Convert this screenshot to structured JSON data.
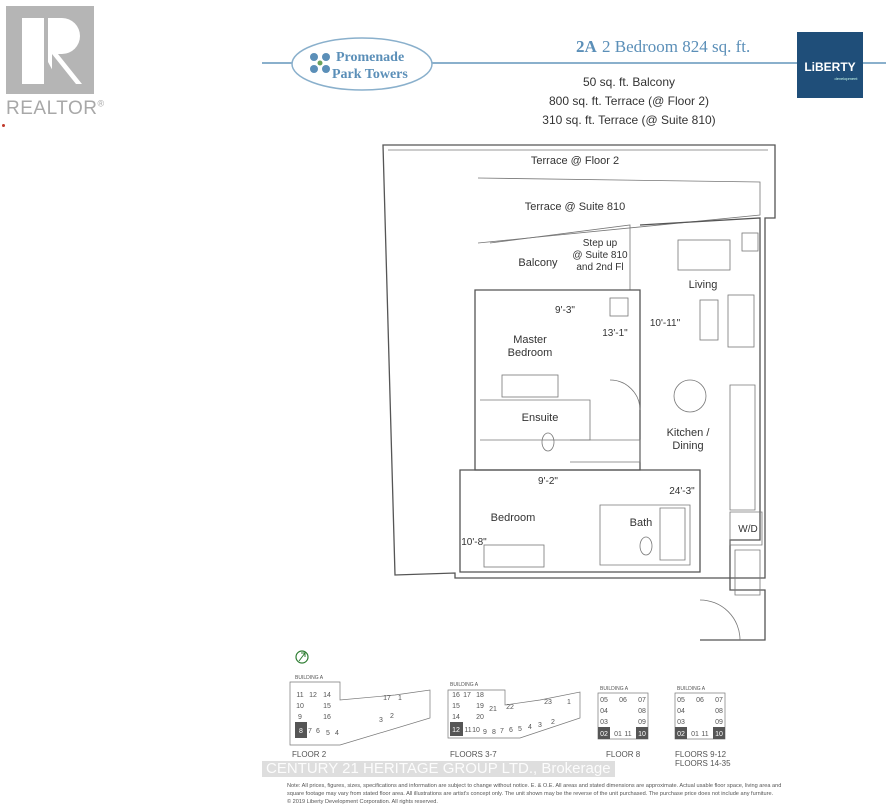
{
  "realtor_logo": {
    "text": "REALTOR",
    "mark": "®"
  },
  "header": {
    "brand_line1": "Promenade",
    "brand_line2": "Park Towers",
    "unit_code": "2A",
    "unit_title": "2 Bedroom 824 sq. ft.",
    "developer": "LiBERTY",
    "developer_sub": "development",
    "areas": [
      "50 sq. ft. Balcony",
      "800 sq. ft. Terrace (@ Floor 2)",
      "310 sq. ft. Terrace (@ Suite 810)"
    ]
  },
  "plan": {
    "terrace_floor2": "Terrace @ Floor 2",
    "terrace_suite810": "Terrace @ Suite 810",
    "balcony": "Balcony",
    "step_up": [
      "Step up",
      "@ Suite 810",
      "and 2nd Fl"
    ],
    "living": "Living",
    "master_bedroom": [
      "Master",
      "Bedroom"
    ],
    "ensuite": "Ensuite",
    "kitchen_dining": [
      "Kitchen /",
      "Dining"
    ],
    "bedroom": "Bedroom",
    "bath": "Bath",
    "wd": "W/D",
    "dims": {
      "master_w": "9'-3\"",
      "master_l": "13'-1\"",
      "living_w": "10'-11\"",
      "bedroom_w": "9'-2\"",
      "living_l": "24'-3\"",
      "bedroom_l": "10'-8\""
    }
  },
  "keyplans": [
    {
      "building": "BUILDING A",
      "label": "FLOOR 2",
      "units": [
        "11",
        "12",
        "14",
        "10",
        "15",
        "9",
        "16",
        "8",
        "7",
        "6",
        "5",
        "4",
        "3",
        "2",
        "17",
        "1"
      ],
      "highlight": "8"
    },
    {
      "building": "BUILDING A",
      "label": "FLOORS 3-7",
      "units": [
        "16",
        "17",
        "18",
        "15",
        "19",
        "14",
        "20",
        "12",
        "11",
        "10",
        "9",
        "8",
        "7",
        "6",
        "5",
        "4",
        "3",
        "2",
        "21",
        "22",
        "23",
        "1"
      ],
      "highlight": "12"
    },
    {
      "building": "BUILDING A",
      "label": "FLOOR 8",
      "units": [
        "05",
        "06",
        "07",
        "04",
        "08",
        "03",
        "09",
        "02",
        "01",
        "11",
        "10"
      ],
      "highlight": [
        "02",
        "10"
      ]
    },
    {
      "building": "BUILDING A",
      "label": "FLOORS 9-12",
      "label2": "FLOORS 14-35",
      "units": [
        "05",
        "06",
        "07",
        "04",
        "08",
        "03",
        "09",
        "02",
        "01",
        "11",
        "10"
      ],
      "highlight": [
        "02",
        "10"
      ]
    }
  ],
  "note": [
    "Note: All prices, figures, sizes, specifications and information are subject to change without notice. E. & O.E. All areas and stated dimensions are approximate. Actual usable floor space, living area and",
    "square footage may vary from stated floor area. All illustrations are artist's concept only. The unit shown may be the reverse of the unit purchased. The purchase price does not include any furniture.",
    "© 2019 Liberty Development Corporation. All rights reserved."
  ],
  "watermark": "CENTURY 21 HERITAGE GROUP LTD., Brokerage",
  "colors": {
    "brand_blue": "#5b8fb8",
    "liberty_navy": "#1f4e79",
    "realtor_gray": "#b5b5b5",
    "highlight_unit": "#555555"
  }
}
